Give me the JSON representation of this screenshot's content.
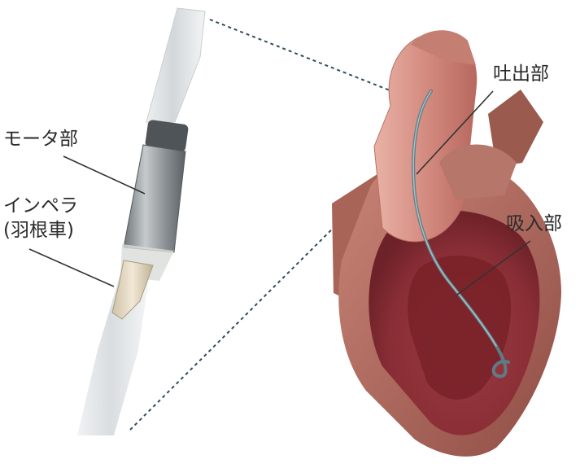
{
  "labels": {
    "motor": "モータ部",
    "impeller_line1": "インペラ",
    "impeller_line2": "(羽根車)",
    "outlet": "吐出部",
    "inlet": "吸入部"
  },
  "colors": {
    "catheter": "#d9dde0",
    "motor_housing": "#8c9296",
    "heart_outer": "#b86e62",
    "heart_inner": "#8f2f38",
    "aorta": "#d9948a",
    "device_line": "#5f7c86",
    "leader_line": "#333333"
  }
}
